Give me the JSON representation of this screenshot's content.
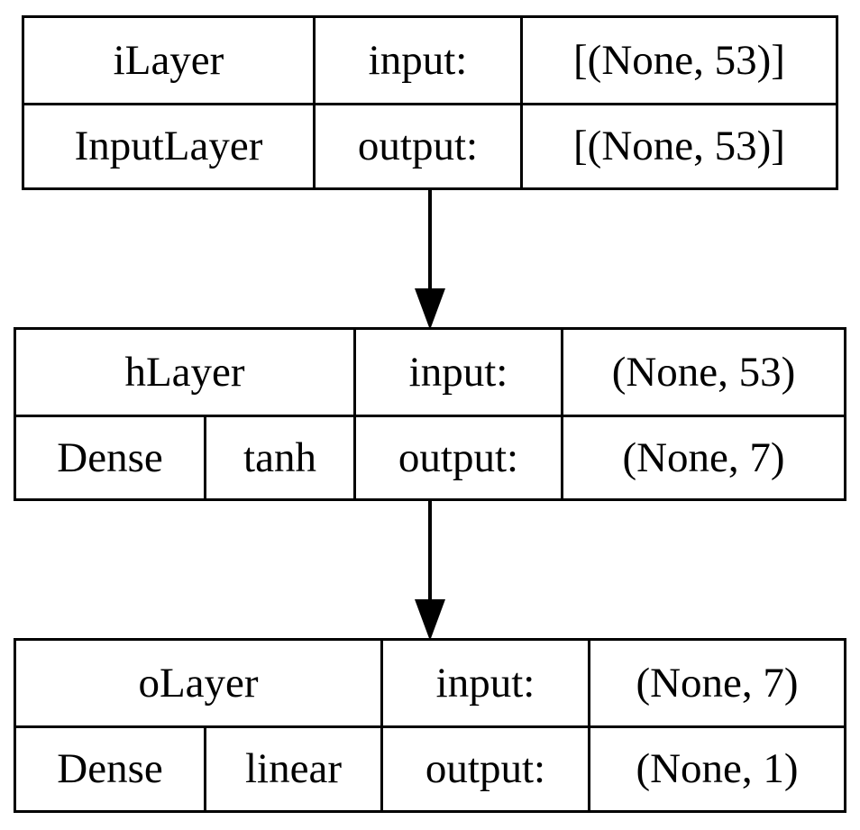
{
  "layers": [
    {
      "name": "iLayer",
      "type": "InputLayer",
      "input_label": "input:",
      "input_shape": "[(None, 53)]",
      "output_label": "output:",
      "output_shape": "[(None, 53)]"
    },
    {
      "name": "hLayer",
      "type": "Dense",
      "activation": "tanh",
      "input_label": "input:",
      "input_shape": "(None, 53)",
      "output_label": "output:",
      "output_shape": "(None, 7)"
    },
    {
      "name": "oLayer",
      "type": "Dense",
      "activation": "linear",
      "input_label": "input:",
      "input_shape": "(None, 7)",
      "output_label": "output:",
      "output_shape": "(None, 1)"
    }
  ],
  "edges": [
    {
      "from": "iLayer",
      "to": "hLayer"
    },
    {
      "from": "hLayer",
      "to": "oLayer"
    }
  ],
  "colors": {
    "stroke": "#000000",
    "background": "#ffffff"
  }
}
